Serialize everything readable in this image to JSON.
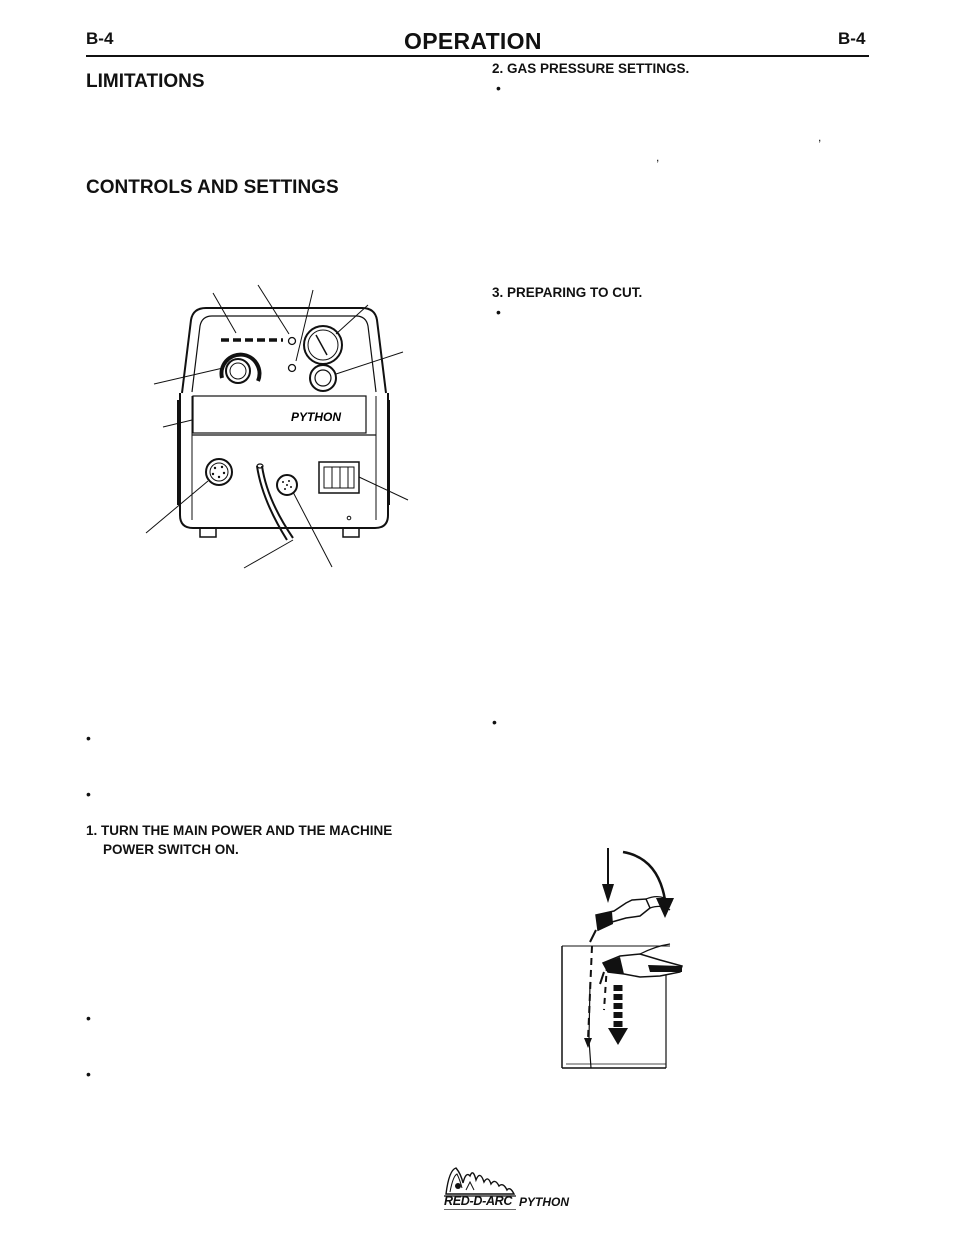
{
  "header": {
    "page_code_left": "B-4",
    "title": "OPERATION",
    "page_code_right": "B-4"
  },
  "left_column": {
    "limitations_heading": "LIMITATIONS",
    "controls_heading": "CONTROLS AND SETTINGS",
    "machine_label": "PYTHON",
    "bullet": "•",
    "step1_line1": "1. TURN THE MAIN POWER AND THE MACHINE",
    "step1_line2": "POWER SWITCH ON."
  },
  "right_column": {
    "gas_heading": "2. GAS PRESSURE SETTINGS.",
    "cut_heading": "3. PREPARING TO CUT.",
    "bullet": "•",
    "comma": ","
  },
  "footer": {
    "brand": "RED-D-ARC",
    "product": "PYTHON"
  }
}
